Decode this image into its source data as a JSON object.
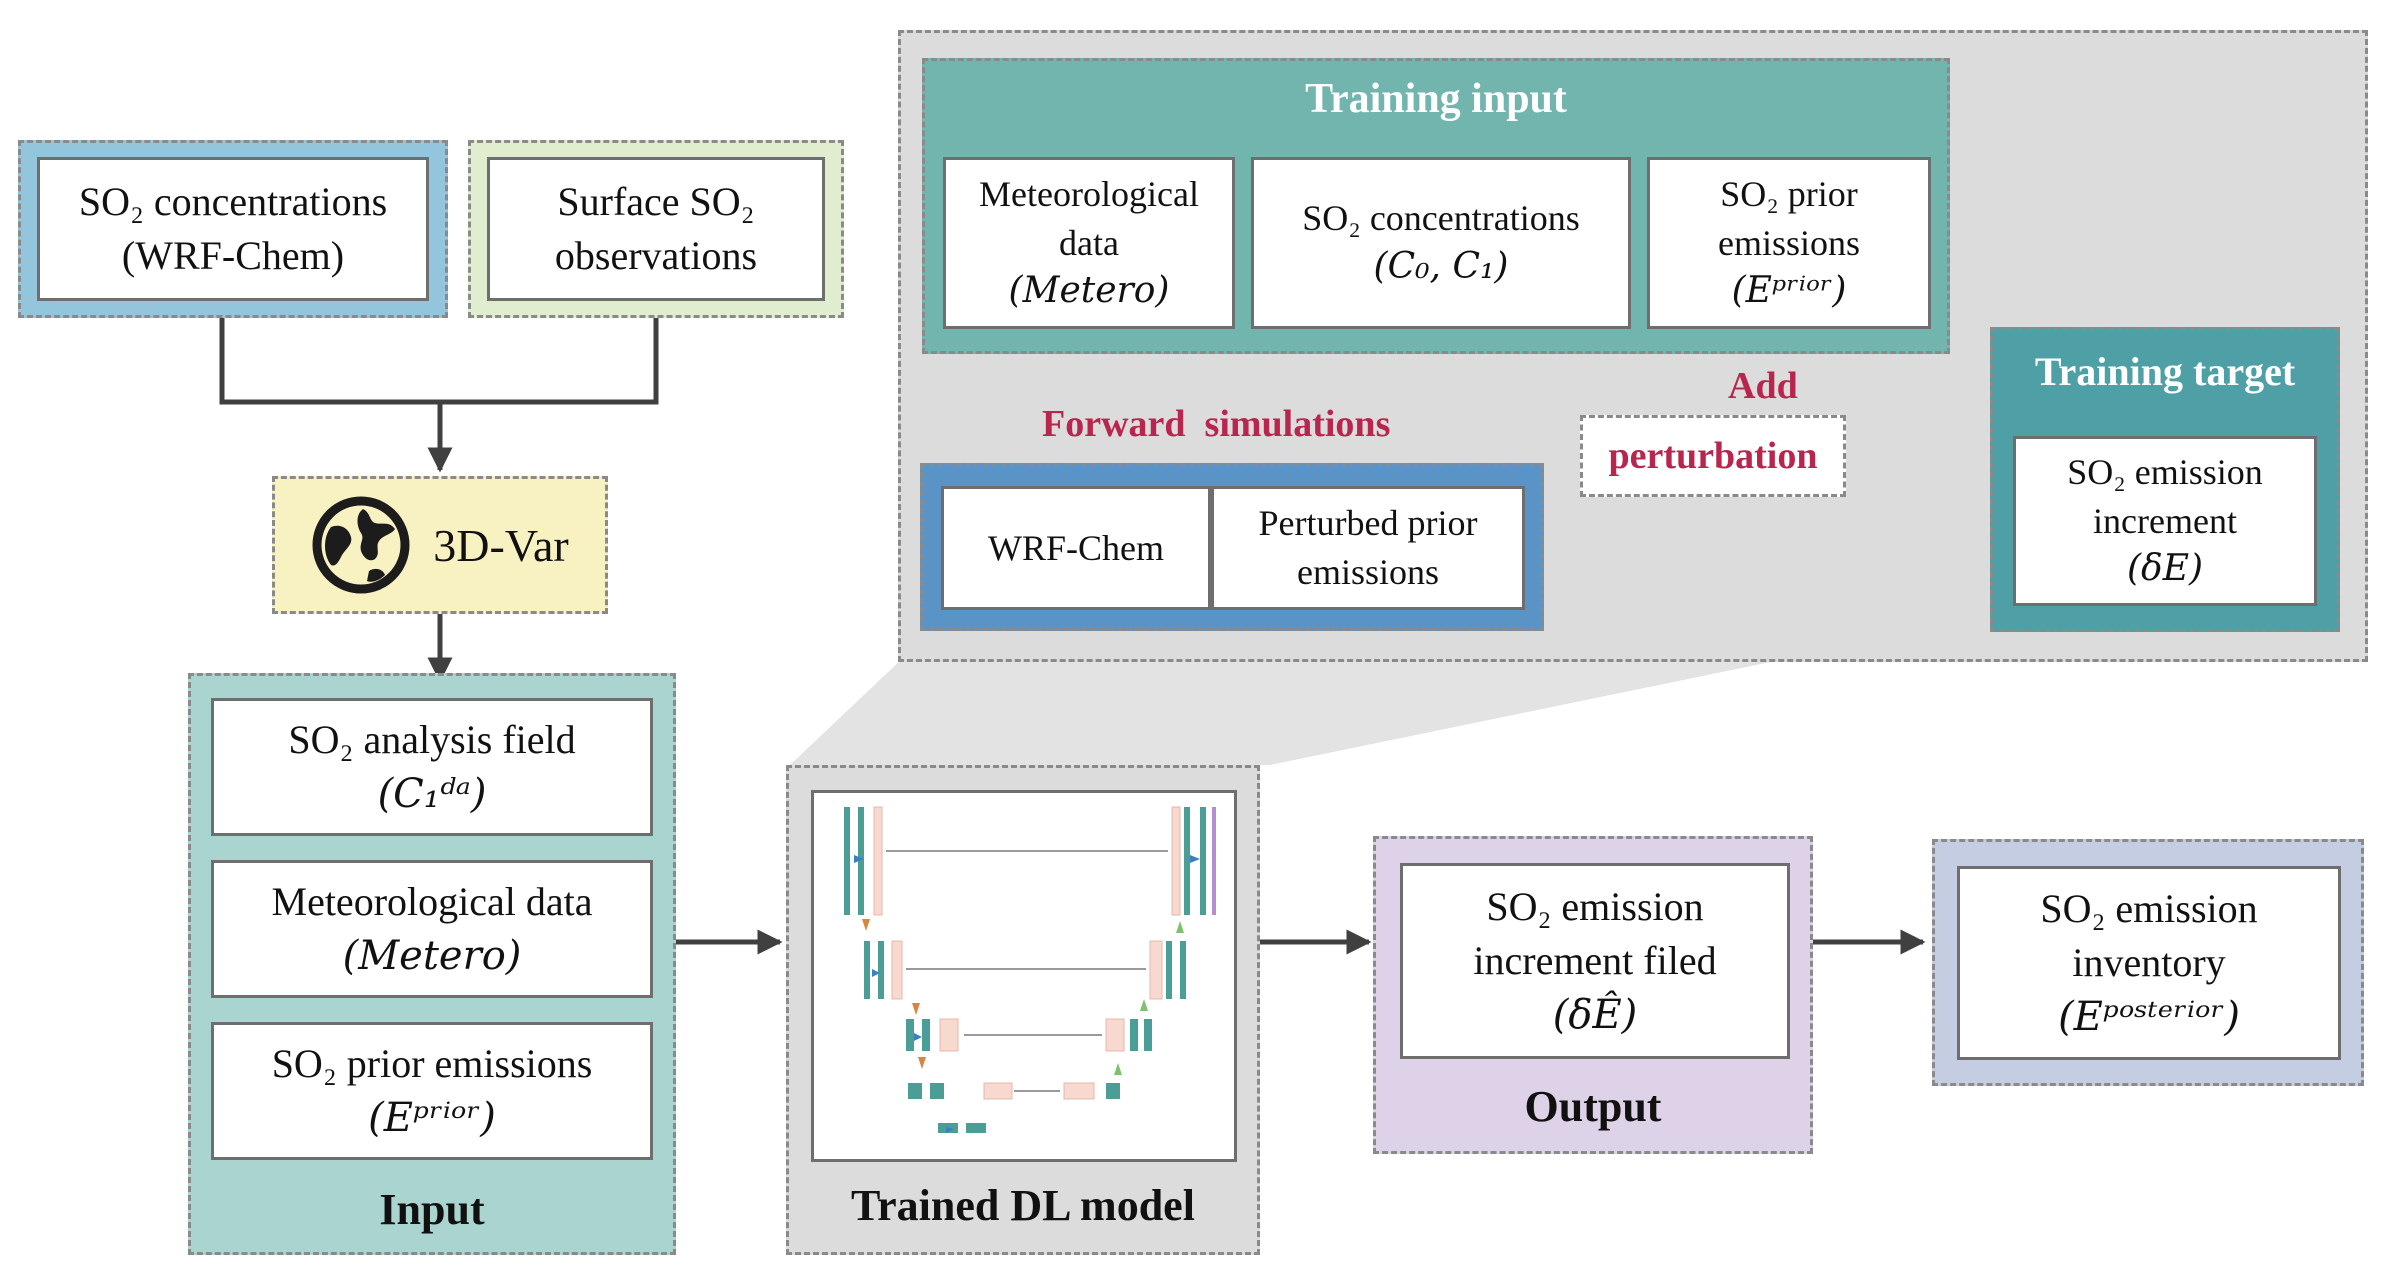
{
  "obs": {
    "so2_conc_line1": "SO₂ concentrations",
    "so2_conc_line2": "(WRF-Chem)",
    "surface_line1": "Surface SO₂",
    "surface_line2": "observations"
  },
  "var3d": {
    "label": "3D-Var"
  },
  "input_panel": {
    "box1_line1": "SO₂ analysis field",
    "box1_line2": "(C₁ᵈᵃ)",
    "box2_line1": "Meteorological data",
    "box2_line2": "(Metero)",
    "box3_line1": "SO₂ prior emissions",
    "box3_line2": "(Eᵖʳⁱᵒʳ)",
    "title": "Input"
  },
  "model": {
    "title": "Trained DL model"
  },
  "output_panel": {
    "line1": "SO₂ emission",
    "line2": "increment filed",
    "line3": "(δÊ)",
    "title": "Output"
  },
  "inventory": {
    "line1": "SO₂ emission",
    "line2": "inventory",
    "line3": "(Eᵖᵒˢᵗᵉʳⁱᵒʳ)"
  },
  "training": {
    "input_title": "Training input",
    "met_line1": "Meteorological",
    "met_line2": "data",
    "met_line3": "(Metero)",
    "conc_line1": "SO₂ concentrations",
    "conc_line2": "(C₀, C₁)",
    "prior_line1": "SO₂ prior",
    "prior_line2": "emissions",
    "prior_line3": "(Eᵖʳⁱᵒʳ)",
    "forward_label": "Forward",
    "simulations_label": "simulations",
    "add_label": "Add",
    "perturbation_label": "perturbation",
    "wrf_label": "WRF-Chem",
    "perturbed_line1": "Perturbed prior",
    "perturbed_line2": "emissions",
    "target_title": "Training target",
    "target_line1": "SO₂ emission",
    "target_line2": "increment",
    "target_line3": "(δE)"
  },
  "colors": {
    "teal_header": "#72b5ae",
    "teal_dark": "#4e9fa6",
    "input_panel_bg": "#a9d4cf",
    "blue_obs": "#93c6dc",
    "green_obs": "#e0edcf",
    "yellow_var": "#f8f1c2",
    "blue_wrf": "#5a93c6",
    "lavender_output": "#ddd2e8",
    "slate_inventory": "#c5cde2",
    "gray_panel": "#dcdcdc",
    "perturbation_red": "#b8264e"
  }
}
